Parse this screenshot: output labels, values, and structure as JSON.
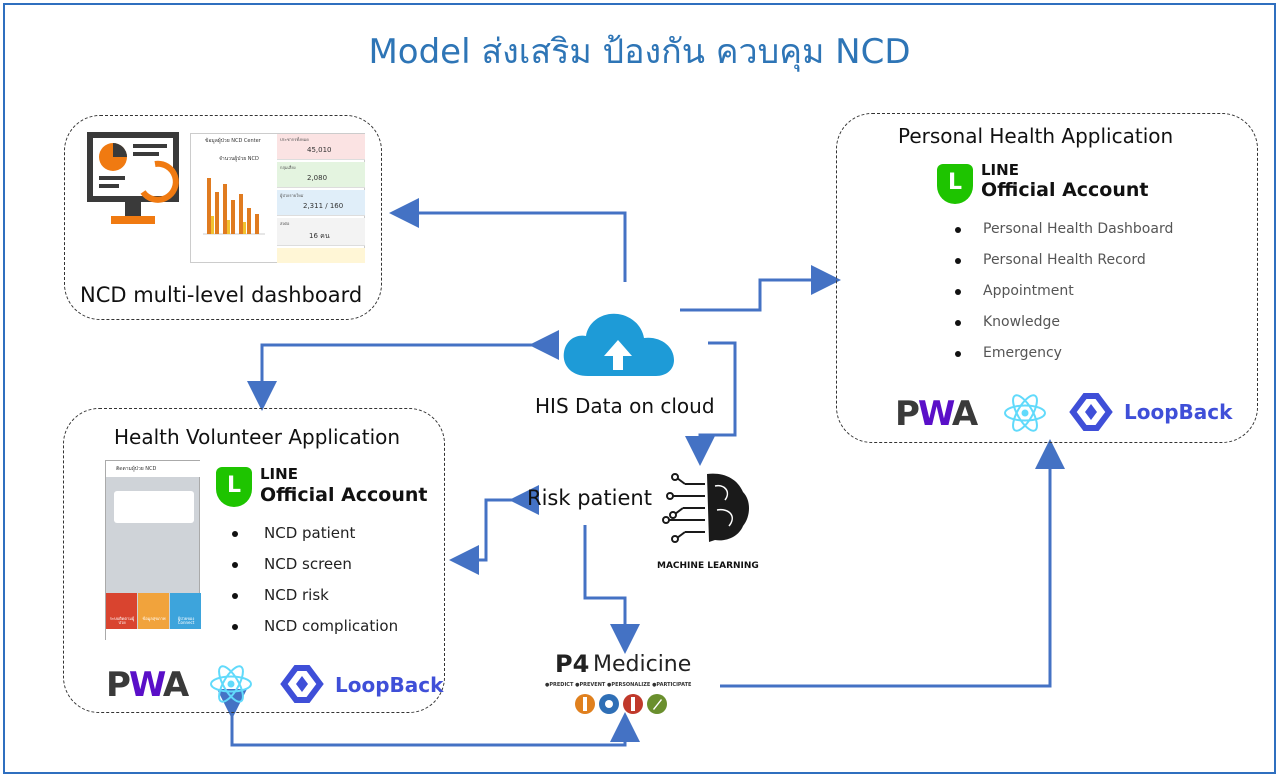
{
  "title": "Model ส่งเสริม ป้องกัน ควบคุม NCD",
  "dashboard": {
    "label": "NCD multi-level dashboard",
    "screen_title": "ข้อมูลผู้ป่วย NCD Center",
    "chart_caption": "จำนวนผู้ป่วย NCD",
    "stats": [
      "45,010",
      "2,080",
      "2,311 / 160",
      "16 คน"
    ],
    "stat_labels": [
      "ประชากรทั้งหมด",
      "กลุ่มเสี่ยง",
      "ผู้ป่วยรายใหม่",
      "ส่งต่อ"
    ]
  },
  "cloud": {
    "label": "HIS Data on cloud"
  },
  "risk": {
    "label": "Risk patient"
  },
  "ml": {
    "label": "MACHINE LEARNING"
  },
  "personal": {
    "title": "Personal Health Application",
    "line_top": "LINE",
    "line_bottom": "Official Account",
    "items": [
      "Personal Health Dashboard",
      "Personal Health Record",
      "Appointment",
      "Knowledge",
      "Emergency"
    ],
    "pwa": "PWA",
    "loopback": "LoopBack"
  },
  "volunteer": {
    "title": "Health Volunteer Application",
    "line_top": "LINE",
    "line_bottom": "Official Account",
    "items": [
      "NCD patient",
      "NCD screen",
      "NCD risk",
      "NCD complication"
    ],
    "pwa": "PWA",
    "loopback": "LoopBack",
    "phone_header": "ติดตามผู้ป่วย NCD",
    "phone_tiles": [
      "ระบบติดตามผู้ป่วย",
      "ข้อมูลสุขภาพ",
      "ผู้ป่วยของ Connect"
    ]
  },
  "p4": {
    "brand": "P4",
    "word": "Medicine",
    "tagline": "●PREDICT ●PREVENT ●PERSONALIZE ●PARTICIPATE"
  },
  "colors": {
    "accent": "#2e75b6",
    "arrow": "#4472c4",
    "line_green": "#1ec400",
    "loopback": "#3f4fd8",
    "pwa_purple": "#5a0fc8"
  }
}
